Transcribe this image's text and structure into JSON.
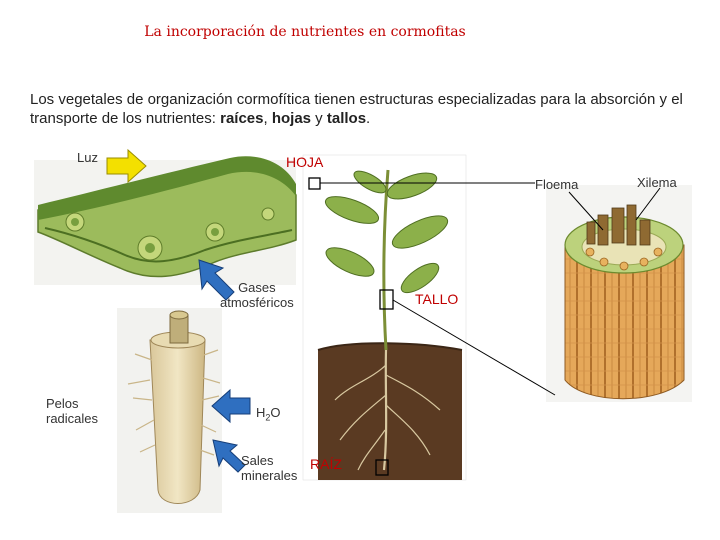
{
  "title": "La incorporación de nutrientes en cormofitas",
  "intro": {
    "text_before": "Los vegetales de organización cormofítica tienen estructuras especializadas para la absorción y el transporte de los nutrientes: ",
    "term1": "raíces",
    "sep1": ", ",
    "term2": "hojas",
    "sep2": " y ",
    "term3": "tallos",
    "end": "."
  },
  "labels": {
    "luz": "Luz",
    "hoja": "HOJA",
    "floema": "Floema",
    "xilema": "Xilema",
    "gases_line1": "Gases",
    "gases_line2": "atmosféricos",
    "tallo": "TALLO",
    "pelos_line1": "Pelos",
    "pelos_line2": "radicales",
    "h2o_h": "H",
    "h2o_sub": "2",
    "h2o_o": "O",
    "sales_line1": "Sales",
    "sales_line2": "minerales",
    "raiz": "RAÍZ"
  },
  "colors": {
    "title_red": "#c00000",
    "arrow_blue": "#2f6fc0",
    "arrow_yellow": "#f3e000",
    "leaf_green": "#7aa24a"
  },
  "icons": [
    "luz-arrow-icon",
    "gases-arrow-icon",
    "h2o-arrow-icon",
    "sales-arrow-icon"
  ]
}
